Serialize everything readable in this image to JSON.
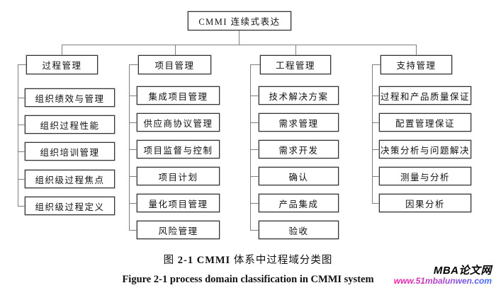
{
  "diagram": {
    "root_label": "CMMI 连续式表达",
    "columns": [
      {
        "header": "过程管理",
        "items": [
          "组织绩效与管理",
          "组织过程性能",
          "组织培训管理",
          "组织级过程焦点",
          "组织级过程定义"
        ]
      },
      {
        "header": "项目管理",
        "items": [
          "集成项目管理",
          "供应商协议管理",
          "项目监督与控制",
          "项目计划",
          "量化项目管理",
          "风险管理"
        ]
      },
      {
        "header": "工程管理",
        "items": [
          "技术解决方案",
          "需求管理",
          "需求开发",
          "确认",
          "产品集成",
          "验收"
        ]
      },
      {
        "header": "支持管理",
        "items": [
          "过程和产品质量保证",
          "配置管理保证",
          "决策分析与问题解决",
          "测量与分析",
          "因果分析"
        ]
      }
    ]
  },
  "captions": {
    "zh_prefix": "图 ",
    "zh_figure_no": "2-1 CMMI",
    "zh_suffix": " 体系中过程域分类图",
    "en": "Figure 2-1 process domain classification in CMMI system"
  },
  "watermark": {
    "site_name": "MBA论文网",
    "site_url": "www.51mbalunwen.com"
  },
  "colors": {
    "connector_line": "#7f7f7f",
    "box_border": "#333333",
    "text": "#111111",
    "watermark_gradient_start": "#ee1fa2",
    "watermark_gradient_end": "#2f6bff"
  }
}
